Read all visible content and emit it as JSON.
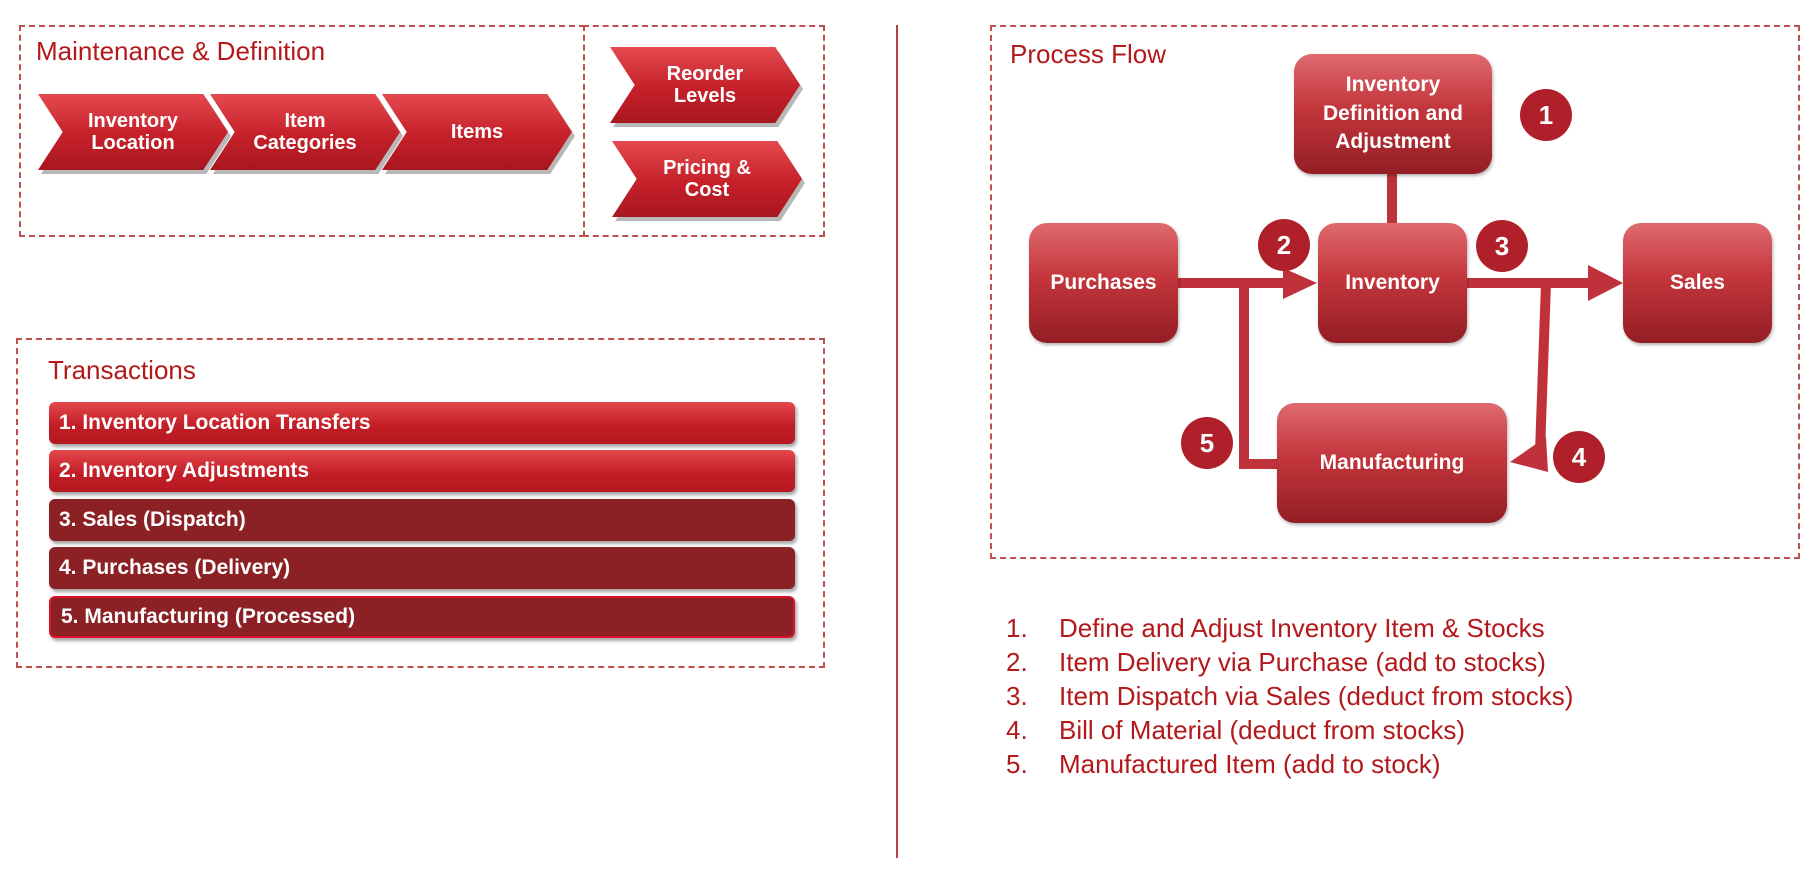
{
  "maintenance": {
    "title": "Maintenance & Definition",
    "chevrons": [
      "Inventory\nLocation",
      "Item\nCategories",
      "Items"
    ],
    "side_chevrons": [
      "Reorder\nLevels",
      "Pricing &\nCost"
    ]
  },
  "transactions": {
    "title": "Transactions",
    "items": [
      "1. Inventory Location Transfers",
      "2. Inventory Adjustments",
      "3. Sales (Dispatch)",
      "4. Purchases (Delivery)",
      "5. Manufacturing (Processed)"
    ]
  },
  "process_flow": {
    "title": "Process Flow",
    "nodes": {
      "definition": "Inventory\nDefinition and\nAdjustment",
      "purchases": "Purchases",
      "inventory": "Inventory",
      "sales": "Sales",
      "manufacturing": "Manufacturing"
    },
    "badges": [
      "1",
      "2",
      "3",
      "4",
      "5"
    ]
  },
  "legend": [
    {
      "num": "1.",
      "text": "Define and Adjust Inventory Item & Stocks"
    },
    {
      "num": "2.",
      "text": "Item Delivery via Purchase (add to stocks)"
    },
    {
      "num": "3.",
      "text": "Item Dispatch via Sales (deduct from stocks)"
    },
    {
      "num": "4.",
      "text": "Bill of Material (deduct from stocks)"
    },
    {
      "num": "5.",
      "text": "Manufactured Item (add to stock)"
    }
  ],
  "colors": {
    "accent": "#b3181b",
    "dashed_border": "#c0504d",
    "dark_bar": "#8b2125",
    "connector": "#c0323b"
  }
}
